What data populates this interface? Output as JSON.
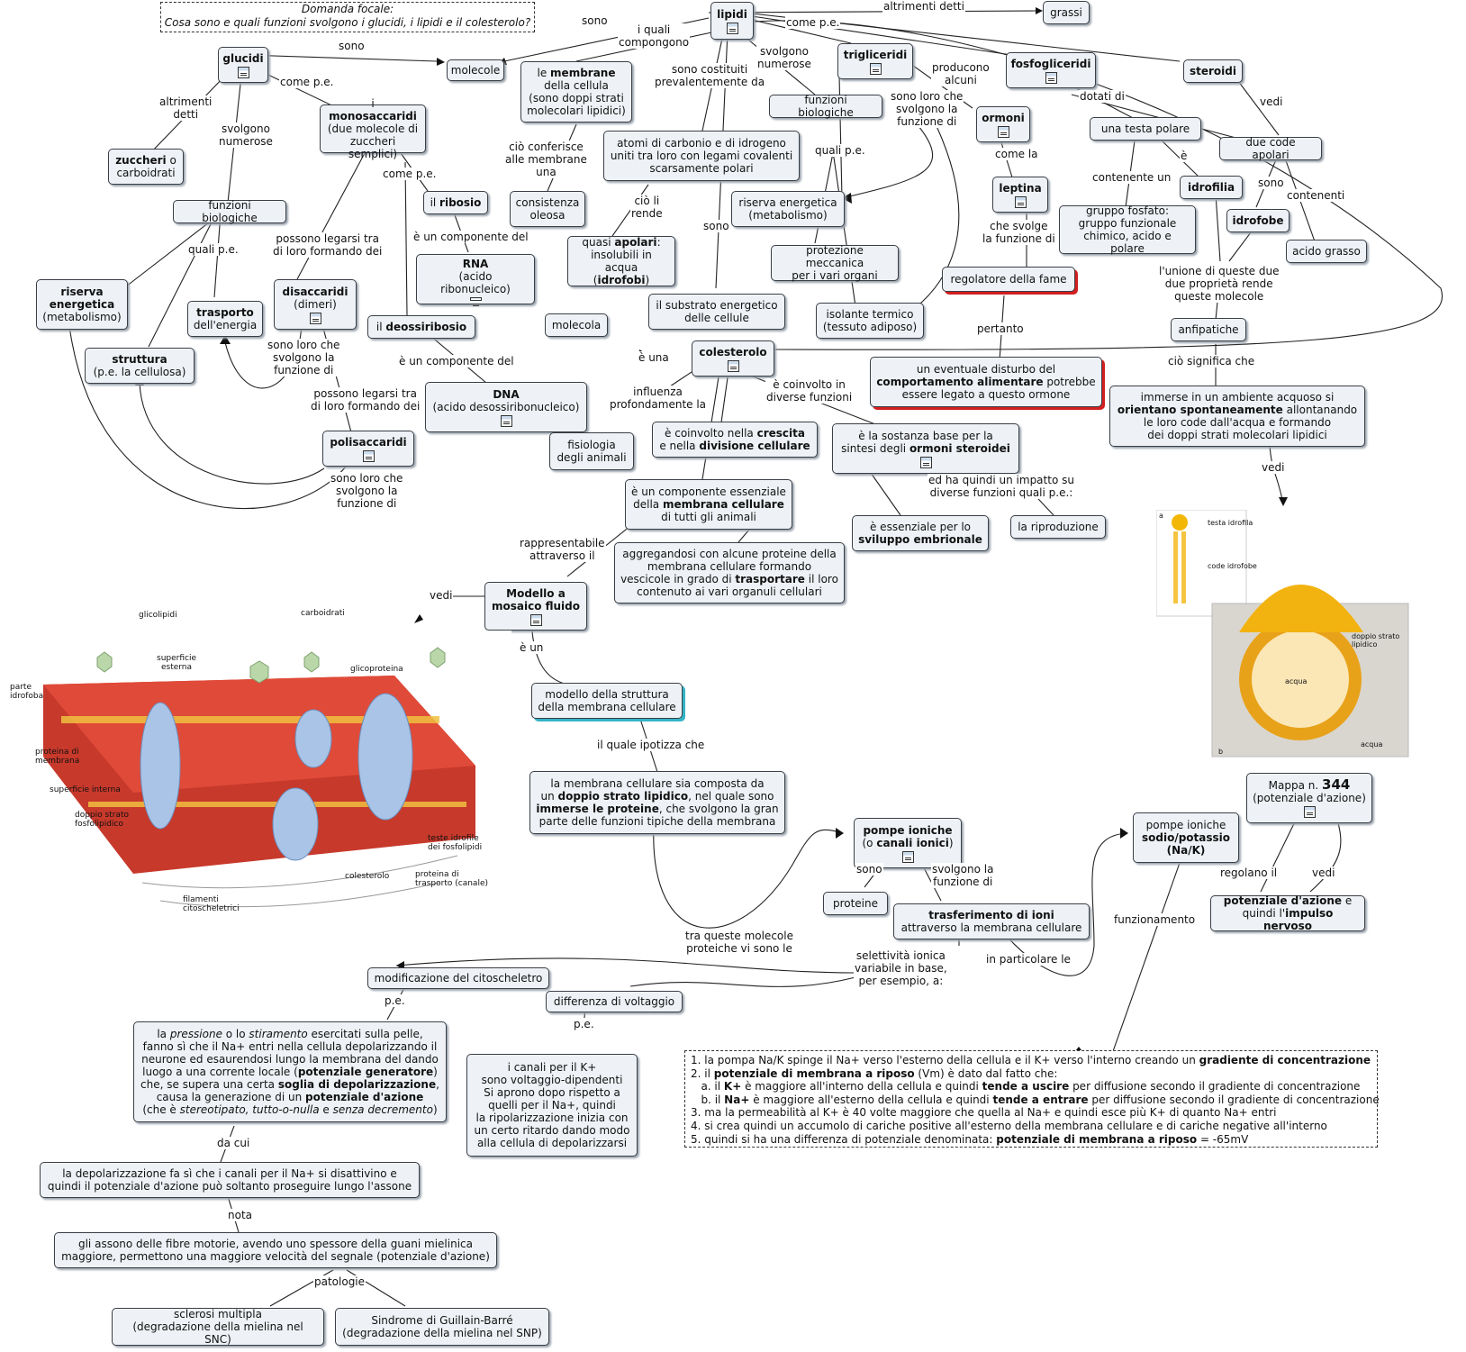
{
  "focus": {
    "title": "Domanda focale:",
    "question": "Cosa sono e quali funzioni svolgono i glucidi, i lipidi e il colesterolo?"
  },
  "nodes": {
    "lipidi": "lipidi",
    "grassi": "grassi",
    "molecole": "molecole",
    "glucidi": "glucidi",
    "membrane_1": "le ",
    "membrane_2": "membrane",
    "membrane_3": "della cellula\n(sono doppi strati\nmolecolari lipidici)",
    "trigliceridi": "trigliceridi",
    "fosfogliceridi": "fosfogliceridi",
    "steroidi": "steroidi",
    "funz_bio_lip": "funzioni biologiche",
    "ormoni": "ormoni",
    "zuccheri_1": "zuccheri",
    "zuccheri_2": " o\ncarboidrati",
    "mono_1": "i ",
    "mono_2": "monosaccaridi",
    "mono_3": "(due molecole di\nzuccheri semplici)",
    "atomi": "atomi di carbonio e di idrogeno\nuniti tra loro con legami covalenti\nscarsamente polari",
    "testa_polare": "una testa polare",
    "due_code": "due code apolari",
    "leptina": "leptina",
    "funz_bio_glu": "funzioni biologiche",
    "ribosio_1": "il ",
    "ribosio_2": "ribosio",
    "consistenza": "consistenza\noleosa",
    "riserva_lip": "riserva energetica\n(metabolismo)",
    "idrofilia": "idrofilia",
    "gruppo_fosfato": "gruppo fosfato:\ngruppo funzionale\nchimico, acido e polare",
    "idrofobe": "idrofobe",
    "acido_grasso": "acido grasso",
    "rna_1": "RNA",
    "rna_2": "(acido ribonucleico)",
    "apolari_1": "quasi ",
    "apolari_2": "apolari",
    "apolari_3": ":\ninsolubili in acqua\n(",
    "apolari_4": "idrofobi",
    "apolari_5": ")",
    "protezione": "protezione meccanica\nper i vari organi",
    "regolatore": "regolatore della fame",
    "riserva_glu_1": "riserva\nenergetica",
    "riserva_glu_2": "(metabolismo)",
    "disaccaridi_1": "disaccaridi",
    "disaccaridi_2": "(dimeri)",
    "trasporto_1": "trasporto",
    "trasporto_2": "dell'energia",
    "substrato": "il substrato energetico\ndelle cellule",
    "isolante": "isolante termico\n(tessuto adiposo)",
    "molecola": "molecola",
    "deossiribosio_1": "il ",
    "deossiribosio_2": "deossiribosio",
    "anfipatiche": "anfipatiche",
    "colesterolo": "colesterolo",
    "struttura_1": "struttura",
    "struttura_2": "(p.e. la cellulosa)",
    "disturbo_1": "un eventuale disturbo del",
    "disturbo_2": "comportamento alimentare",
    "disturbo_3": " potrebbe\nessere legato a questo ormone",
    "dna_1": "DNA",
    "dna_2": "(acido desossiribonucleico)",
    "immerse_1": "immerse in un ambiente acquoso si",
    "immerse_2": "orientano spontaneamente",
    "immerse_3": " allontanando\nle loro code dall'acqua e formando\ndei doppi strati molecolari lipidici",
    "crescita_1": "è coinvolto nella ",
    "crescita_2": "crescita",
    "crescita_3": "e nella ",
    "crescita_4": "divisione cellulare",
    "sostanza_1": "è la sostanza base per la\nsintesi degli ",
    "sostanza_2": "ormoni steroidei",
    "fisiologia": "fisiologia\ndegli animali",
    "polisaccaridi": "polisaccaridi",
    "componente_1": "è un componente essenziale\ndella ",
    "componente_2": "membrana cellulare",
    "componente_3": "di tutti gli animali",
    "sviluppo_1": "è essenziale per lo",
    "sviluppo_2": "sviluppo embrionale",
    "riproduzione": "la riproduzione",
    "aggregandosi_1": "aggregandosi con alcune proteine della\nmembrana cellulare formando\nvescicole in grado di ",
    "aggregandosi_2": "trasportare",
    "aggregandosi_3": " il loro\ncontenuto ai vari organuli cellulari",
    "modello_1": "Modello a\nmosaico fluido",
    "modello_struttura": "modello della struttura\ndella membrana cellulare",
    "mappa_1": "Mappa n. ",
    "mappa_2": "344",
    "mappa_3": "(potenziale d'azione)",
    "membrana_sia_1": "la membrana cellulare sia composta da\nun ",
    "membrana_sia_2": "doppio strato lipidico",
    "membrana_sia_3": ", nel quale sono\n",
    "membrana_sia_4": "immerse le proteine",
    "membrana_sia_5": ", che svolgono la gran\nparte delle funzioni tipiche della membrana",
    "pompe_ioniche_1": "pompe ioniche",
    "pompe_ioniche_2": "(o ",
    "pompe_ioniche_3": "canali ionici",
    "pompe_ioniche_4": ")",
    "sodio_1": "pompe ioniche",
    "sodio_2": "sodio/potassio\n(Na/K)",
    "proteine": "proteine",
    "trasferimento_1": "trasferimento di ioni",
    "trasferimento_2": "attraverso la membrana cellulare",
    "potenziale_1": "potenziale d'azione",
    "potenziale_2": " e\nquindi l'",
    "potenziale_3": "impulso nervoso",
    "citoscheletro": "modificazione del citoscheletro",
    "voltaggio": "differenza di voltaggio",
    "pressione_1": "la ",
    "pressione_2": "pressione",
    "pressione_3": " o lo ",
    "pressione_4": "stiramento",
    "pressione_5": " esercitati sulla pelle,\nfanno sì che il Na+ entri nella cellula depolarizzando il\nneurone ed esaurendosi lungo la membrana del dando\nluogo a una corrente locale (",
    "pressione_6": "potenziale generatore",
    "pressione_7": ")\nche, se supera una certa ",
    "pressione_8": "soglia di depolarizzazione",
    "pressione_9": ",\ncausa la generazione di un ",
    "pressione_10": "potenziale d'azione",
    "pressione_11": "\n(che è ",
    "pressione_12": "stereotipato, tutto-o-nulla",
    "pressione_13": " e ",
    "pressione_14": "senza decremento",
    "pressione_15": ")",
    "canali_k": "i canali per il K+\nsono voltaggio-dipendenti\nSi aprono dopo rispetto a\nquelli per il Na+, quindi\nla ripolarizzazione inizia con\nun certo ritardo dando modo\nalla cellula di depolarizzarsi",
    "depolarizzazione": "la depolarizzazione fa sì che i canali per il Na+ si disattivino e\nquindi il potenziale d'azione può soltanto proseguire lungo l'assone",
    "assoni": "gli assono delle fibre motorie, avendo uno spessore della guani mielinica\nmaggiore, permettono una maggiore velocità del segnale (potenziale d'azione)",
    "sclerosi": "sclerosi multipla\n(degradazione della mielina nel SNC)",
    "guillain": "Sindrome di Guillain-Barré\n(degradazione della mielina nel SNP)"
  },
  "labels": {
    "altrimenti_detti_1": "altrimenti detti",
    "sono_1": "sono",
    "come_pe_1": "come p.e.",
    "i_quali": "i quali\ncompongono",
    "sono_2": "sono",
    "come_pe_2": "come p.e.",
    "altrimenti_detti_2": "altrimenti\ndetti",
    "svolgono_numerose_1": "svolgono\nnumerose",
    "sono_costituiti": "sono costituiti\nprevalentemente da",
    "svolgono_numerose_2": "svolgono\nnumerose",
    "producono": "producono\nalcuni",
    "sono_loro_che_1": "sono loro che\nsvolgono la\nfunzione di",
    "vedi_1": "vedi",
    "dotati_di": "dotati di",
    "come_la": "come la",
    "come_pe_3": "come p.e.",
    "cio_conferisce": "ciò conferisce\nalle membrane\nuna",
    "quali_pe_1": "quali p.e.",
    "e_1": "è",
    "contenente_un": "contenente un",
    "sono_3": "sono",
    "contenenti": "contenenti",
    "cio_li_rende": "ciò li\nrende",
    "sono_4": "sono",
    "che_svolge": "che svolge\nla funzione di",
    "possono_legarsi_1": "possono legarsi tra\ndi loro formando dei",
    "e_componente_1": "è un componente del",
    "quali_pe_2": "quali p.e.",
    "unione": "l'unione di queste due\ndue proprietà rende\nqueste molecole",
    "sono_loro_che_2": "sono loro che\nsvolgono la\nfunzione di",
    "pertanto": "pertanto",
    "e_una": "è una",
    "cio_significa": "ciò significa che",
    "e_componente_2": "è un componente del",
    "possono_legarsi_2": "possono legarsi tra\ndi loro formando dei",
    "influenza": "influenza\nprofondamente la",
    "coinvolto": "è coinvolto in\ndiverse funzioni",
    "vedi_2": "vedi",
    "sono_loro_che_3": "sono loro che\nsvolgono la\nfunzione di",
    "impatto": "ed ha quindi un impatto su\ndiverse funzioni quali p.e.:",
    "rappresentabile": "rappresentabile\nattraverso il",
    "vedi_3": "vedi",
    "e_un": "è un",
    "il_quale": "il quale ipotizza che",
    "sono_5": "sono",
    "svolgono_funzione": "svolgono la\nfunzione di",
    "regolano": "regolano il",
    "vedi_4": "vedi",
    "funzionamento": "funzionamento",
    "tra_queste": "tra queste molecole\nproteiche vi sono le",
    "selettivita": "selettività ionica\nvariabile in base,\nper esempio, a:",
    "in_particolare": "in particolare le",
    "pe_1": "p.e.",
    "pe_2": "p.e.",
    "da_cui": "da cui",
    "nota": "nota",
    "patologie": "patologie"
  },
  "notes": {
    "n1_a": "1. la pompa Na/K spinge il Na+ verso l'esterno della cellula e il K+ verso l'interno creando un ",
    "n1_b": "gradiente di concentrazione",
    "n2_a": "2. il ",
    "n2_b": "potenziale di membrana a riposo",
    "n2_c": " (Vm) è dato dal fatto che:",
    "na_a": "   a. il ",
    "na_b": "K+",
    "na_c": " è maggiore all'interno della cellula e quindi ",
    "na_d": "tende a uscire",
    "na_e": " per diffusione secondo il gradiente di concentrazione",
    "nb_a": "   b. il ",
    "nb_b": "Na+",
    "nb_c": " è maggiore all'esterno della cellula e quindi ",
    "nb_d": "tende a entrare",
    "nb_e": " per diffusione secondo il gradiente di concentrazione",
    "n3": "3. ma la permeabilità al K+ è 40 volte maggiore che quella al Na+ e quindi esce più K+ di quanto Na+ entri",
    "n4": "4. si crea quindi un accumolo di cariche positive all'esterno della membrana cellulare e di cariche negative all'interno",
    "n5_a": "5. quindi si ha una differenza di potenziale denominata: ",
    "n5_b": "potenziale di membrana a riposo",
    "n5_c": " = -65mV"
  },
  "figure_membrane": {
    "glicolipidi": "glicolipidi",
    "carboidrati": "carboidrati",
    "superficie_esterna": "superficie\nesterna",
    "glicoproteina": "glicoproteina",
    "parte_idrofoba": "parte\nidrofoba",
    "proteina_membrana": "proteina di\nmembrana",
    "superficie_interna": "superficie interna",
    "doppio_strato": "doppio strato\nfosfolipidico",
    "teste_idrofile": "teste idrofile\ndei fosfolipidi",
    "colesterolo": "colesterolo",
    "proteina_trasporto": "proteina di\ntrasporto (canale)",
    "filamenti": "filamenti\ncitoscheletrici"
  },
  "figure_liposome": {
    "a": "a",
    "testa_idrofila": "testa idrofila",
    "code_idrofobe": "code idrofobe",
    "b": "b",
    "doppio_strato": "doppio strato\nlipidico",
    "acqua_1": "acqua",
    "acqua_2": "acqua"
  },
  "colors": {
    "node_bg": "#eef2f6",
    "border": "#3a3f46",
    "shadow_red": "#d21f1f",
    "shadow_teal": "#34b3c6"
  }
}
